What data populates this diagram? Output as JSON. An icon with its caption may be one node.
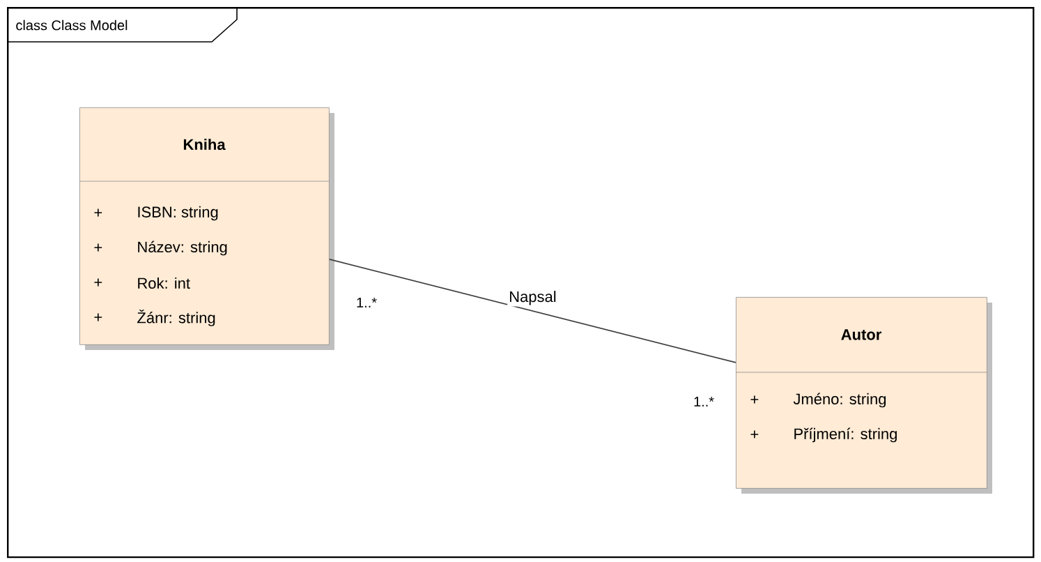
{
  "diagram": {
    "nodes": [
      {
        "text": [
          "class Class Model"
        ]
      },
      {
        "text": [
          "Kniha",
          "+",
          "ISBN: string",
          "+",
          "Název: string",
          "+",
          "Rok: int",
          "+",
          "Žánr: string"
        ],
        "in": 0
      },
      {
        "text": [
          "Autor",
          "+",
          "Jméno: string",
          "+",
          "Příjmení: string"
        ],
        "in": 0
      }
    ],
    "edges": [
      {
        "from": 1,
        "to": 2,
        "arrow": "none",
        "label": "Napsal"
      }
    ],
    "labels": [
      "1..*",
      "1..*"
    ]
  }
}
